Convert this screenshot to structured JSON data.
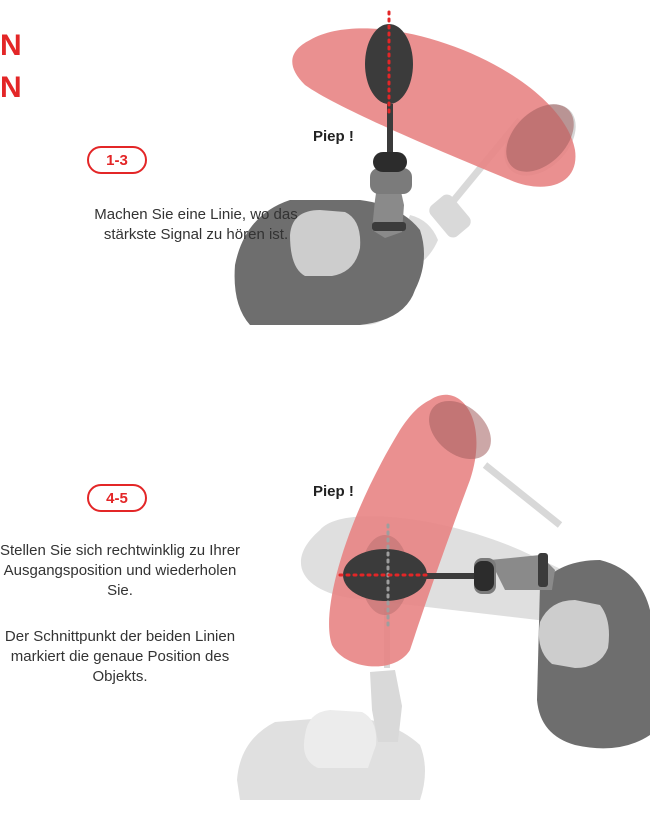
{
  "heading": {
    "line1": "N",
    "line2": "N"
  },
  "steps": [
    {
      "badge": "1-3",
      "paragraphs": [
        "Machen Sie eine Linie, wo das stärkste Signal zu hören ist."
      ],
      "beep_label": "Piep !"
    },
    {
      "badge": "4-5",
      "paragraphs": [
        "Stellen Sie sich rechtwinklig zu Ihrer Ausgangsposition und wiederholen Sie.",
        "Der Schnittpunkt der beiden Linien markiert die genaue Position des Objekts."
      ],
      "beep_label": "Piep !"
    }
  ],
  "colors": {
    "accent": "#e32627",
    "sweep_band": "#e88484",
    "figure_dark": "#6e6e6e",
    "figure_ghost": "#dcdcdc",
    "coil": "#3b3b3b",
    "marker_dots": "#e32627"
  }
}
